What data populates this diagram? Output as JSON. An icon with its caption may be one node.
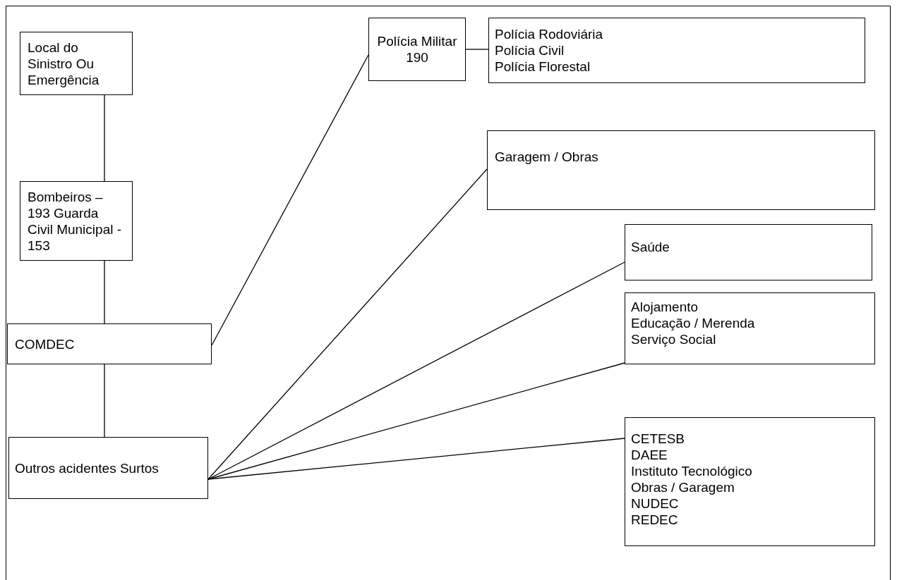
{
  "diagram": {
    "nodes": [
      {
        "text": [
          "Local do Sinistro Ou Emergência"
        ]
      },
      {
        "text": [
          "Bombeiros – 193 Guarda Civil Municipal - 153"
        ]
      },
      {
        "text": [
          "COMDEC"
        ]
      },
      {
        "text": [
          "Outros acidentes Surtos"
        ]
      },
      {
        "text": [
          "Polícia Militar 190"
        ]
      },
      {
        "text": [
          "Polícia Rodoviária",
          "Polícia Civil",
          "Polícia Florestal"
        ]
      },
      {
        "text": [
          "Garagem / Obras"
        ]
      },
      {
        "text": [
          "Saúde"
        ]
      },
      {
        "text": [
          "Alojamento",
          "Educação / Merenda",
          "Serviço Social"
        ]
      },
      {
        "text": [
          "CETESB",
          "DAEE",
          "Instituto Tecnológico",
          "Obras / Garagem",
          "NUDEC",
          "REDEC"
        ]
      }
    ],
    "edges": [
      {
        "from": 0,
        "to": 1,
        "arrow": "none"
      },
      {
        "from": 1,
        "to": 2,
        "arrow": "none"
      },
      {
        "from": 2,
        "to": 3,
        "arrow": "none"
      },
      {
        "from": 2,
        "to": 4,
        "arrow": "none"
      },
      {
        "from": 4,
        "to": 5,
        "arrow": "none"
      },
      {
        "from": 3,
        "to": 6,
        "arrow": "none"
      },
      {
        "from": 3,
        "to": 7,
        "arrow": "none"
      },
      {
        "from": 3,
        "to": 8,
        "arrow": "none"
      },
      {
        "from": 3,
        "to": 9,
        "arrow": "none"
      }
    ]
  }
}
